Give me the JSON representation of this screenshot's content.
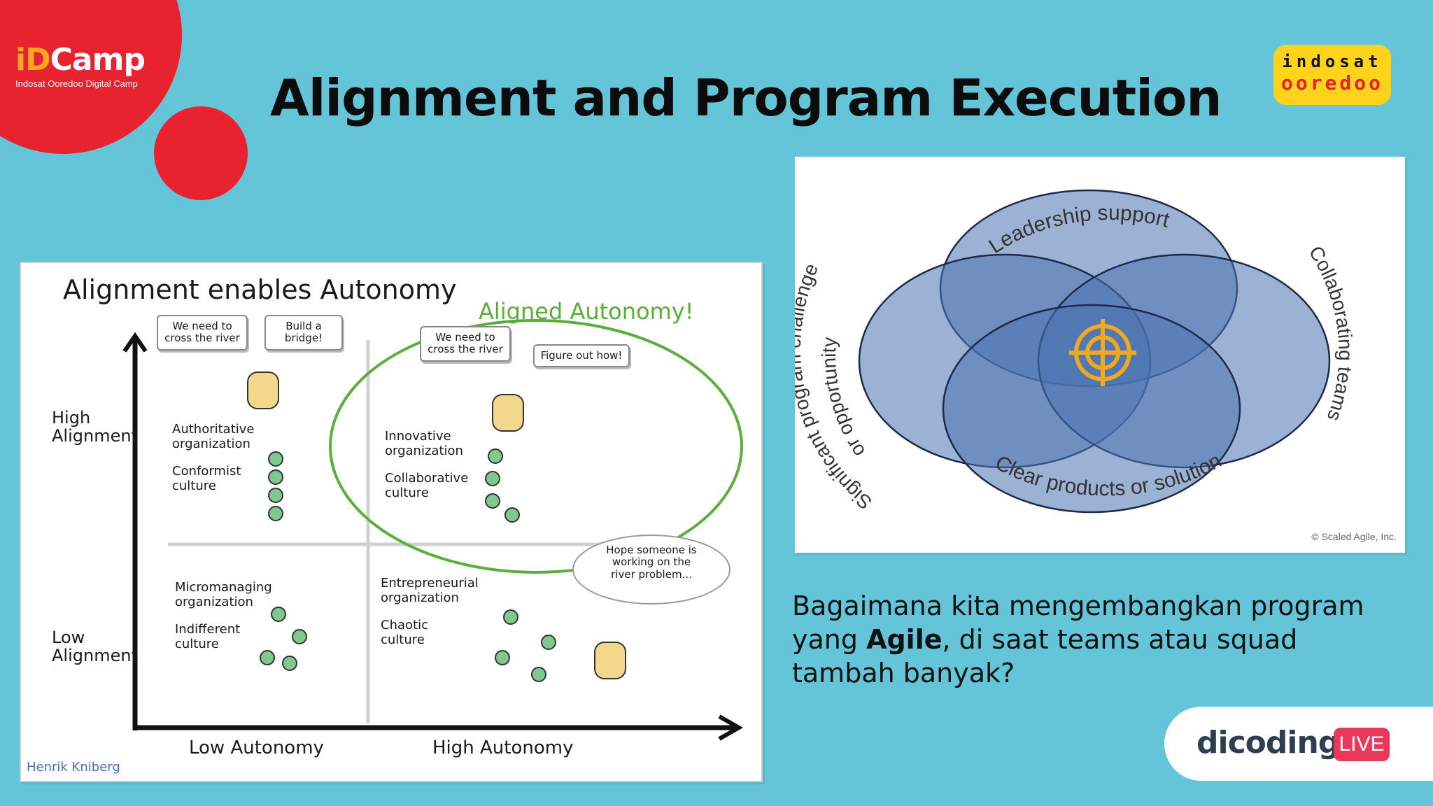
{
  "header": {
    "logo_id": "iD",
    "logo_camp": "Camp",
    "logo_tagline": "Indosat Ooredoo Digital Camp",
    "title": "Alignment and Program Execution",
    "partner_logo_top": "indosat",
    "partner_logo_bottom": "ooredoo"
  },
  "left_image": {
    "title": "Alignment enables Autonomy",
    "highlight": "Aligned Autonomy!",
    "y_high": [
      "High",
      "Alignment"
    ],
    "y_low": [
      "Low",
      "Alignment"
    ],
    "x_low": "Low Autonomy",
    "x_high": "High Autonomy",
    "credit": "Henrik Kniberg",
    "bubbles": {
      "tl1": [
        "We need to",
        "cross the river"
      ],
      "tl2": [
        "Build a",
        "bridge!"
      ],
      "tr1": [
        "We need to",
        "cross the river"
      ],
      "tr2": "Figure out how!",
      "br": [
        "Hope someone is",
        "working on the",
        "river problem..."
      ]
    },
    "quadrants": {
      "tl_org": [
        "Authoritative",
        "organization"
      ],
      "tl_culture": [
        "Conformist",
        "culture"
      ],
      "tr_org": [
        "Innovative",
        "organization"
      ],
      "tr_culture": [
        "Collaborative",
        "culture"
      ],
      "bl_org": [
        "Micromanaging",
        "organization"
      ],
      "bl_culture": [
        "Indifferent",
        "culture"
      ],
      "br_org": [
        "Entrepreneurial",
        "organization"
      ],
      "br_culture": [
        "Chaotic",
        "culture"
      ]
    }
  },
  "right_image": {
    "top": "Leadership support",
    "right": "Collaborating teams",
    "bottom": "Clear products or solution",
    "left_outer": "Significant program challenge",
    "left_inner": "or opportunity",
    "credit": "© Scaled Agile, Inc.",
    "colors": {
      "fill": "#4a72b0",
      "stroke": "#1c2a4a",
      "target": "#f0a81c"
    }
  },
  "body": {
    "line1": "Bagaimana kita mengembangkan program",
    "line2_pre": "yang ",
    "line2_bold": "Agile",
    "line2_post": ", di saat teams atau squad",
    "line3": "tambah banyak?"
  },
  "footer": {
    "brand": "dicoding",
    "badge": "LIVE"
  },
  "colors": {
    "background": "#64c5d9",
    "brand_red": "#e8232f",
    "indosat_yellow": "#ffd31a"
  }
}
